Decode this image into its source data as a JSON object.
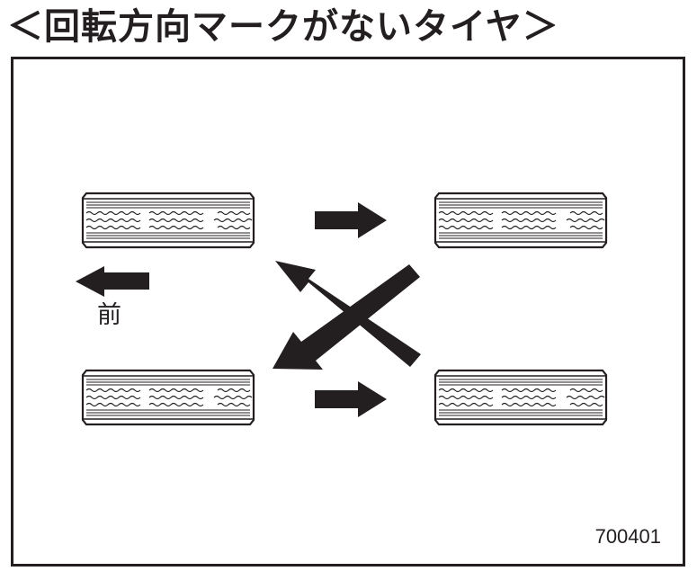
{
  "title": "＜回転方向マークがないタイヤ＞",
  "front_label": "前",
  "figure_id": "700401",
  "colors": {
    "ink": "#231f20",
    "background": "#ffffff"
  },
  "tires": [
    {
      "name": "tire-front-left"
    },
    {
      "name": "tire-front-right"
    },
    {
      "name": "tire-rear-left"
    },
    {
      "name": "tire-rear-right"
    }
  ]
}
